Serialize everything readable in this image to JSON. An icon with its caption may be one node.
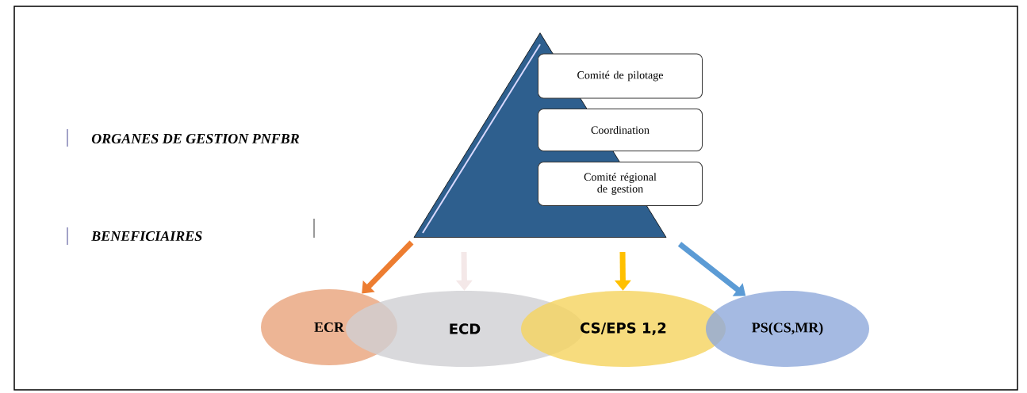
{
  "diagram": {
    "nodes": [
      {
        "text": [],
        "shape": "triangle"
      },
      {
        "text": [
          "Comité de pilotage"
        ]
      },
      {
        "text": [
          "Coordination"
        ]
      },
      {
        "text": [
          "Comité régional de gestion"
        ]
      },
      {
        "text": [
          "ECR"
        ]
      },
      {
        "text": [
          "ECD"
        ]
      },
      {
        "text": [
          "CS/EPS 1,2"
        ]
      },
      {
        "text": [
          "PS(CS,MR)"
        ]
      }
    ],
    "edges": [
      {
        "from": 0,
        "to": 4,
        "arrow": "to",
        "color": "#ed7d31"
      },
      {
        "from": 0,
        "to": 5,
        "arrow": "to",
        "color": "#f4e8e8"
      },
      {
        "from": 0,
        "to": 6,
        "arrow": "to",
        "color": "#ffc000"
      },
      {
        "from": 0,
        "to": 7,
        "arrow": "to",
        "color": "#5b9bd5"
      }
    ],
    "labels": [
      "ORGANES DE GESTION PNFBR",
      "BENEFICIAIRES"
    ]
  }
}
